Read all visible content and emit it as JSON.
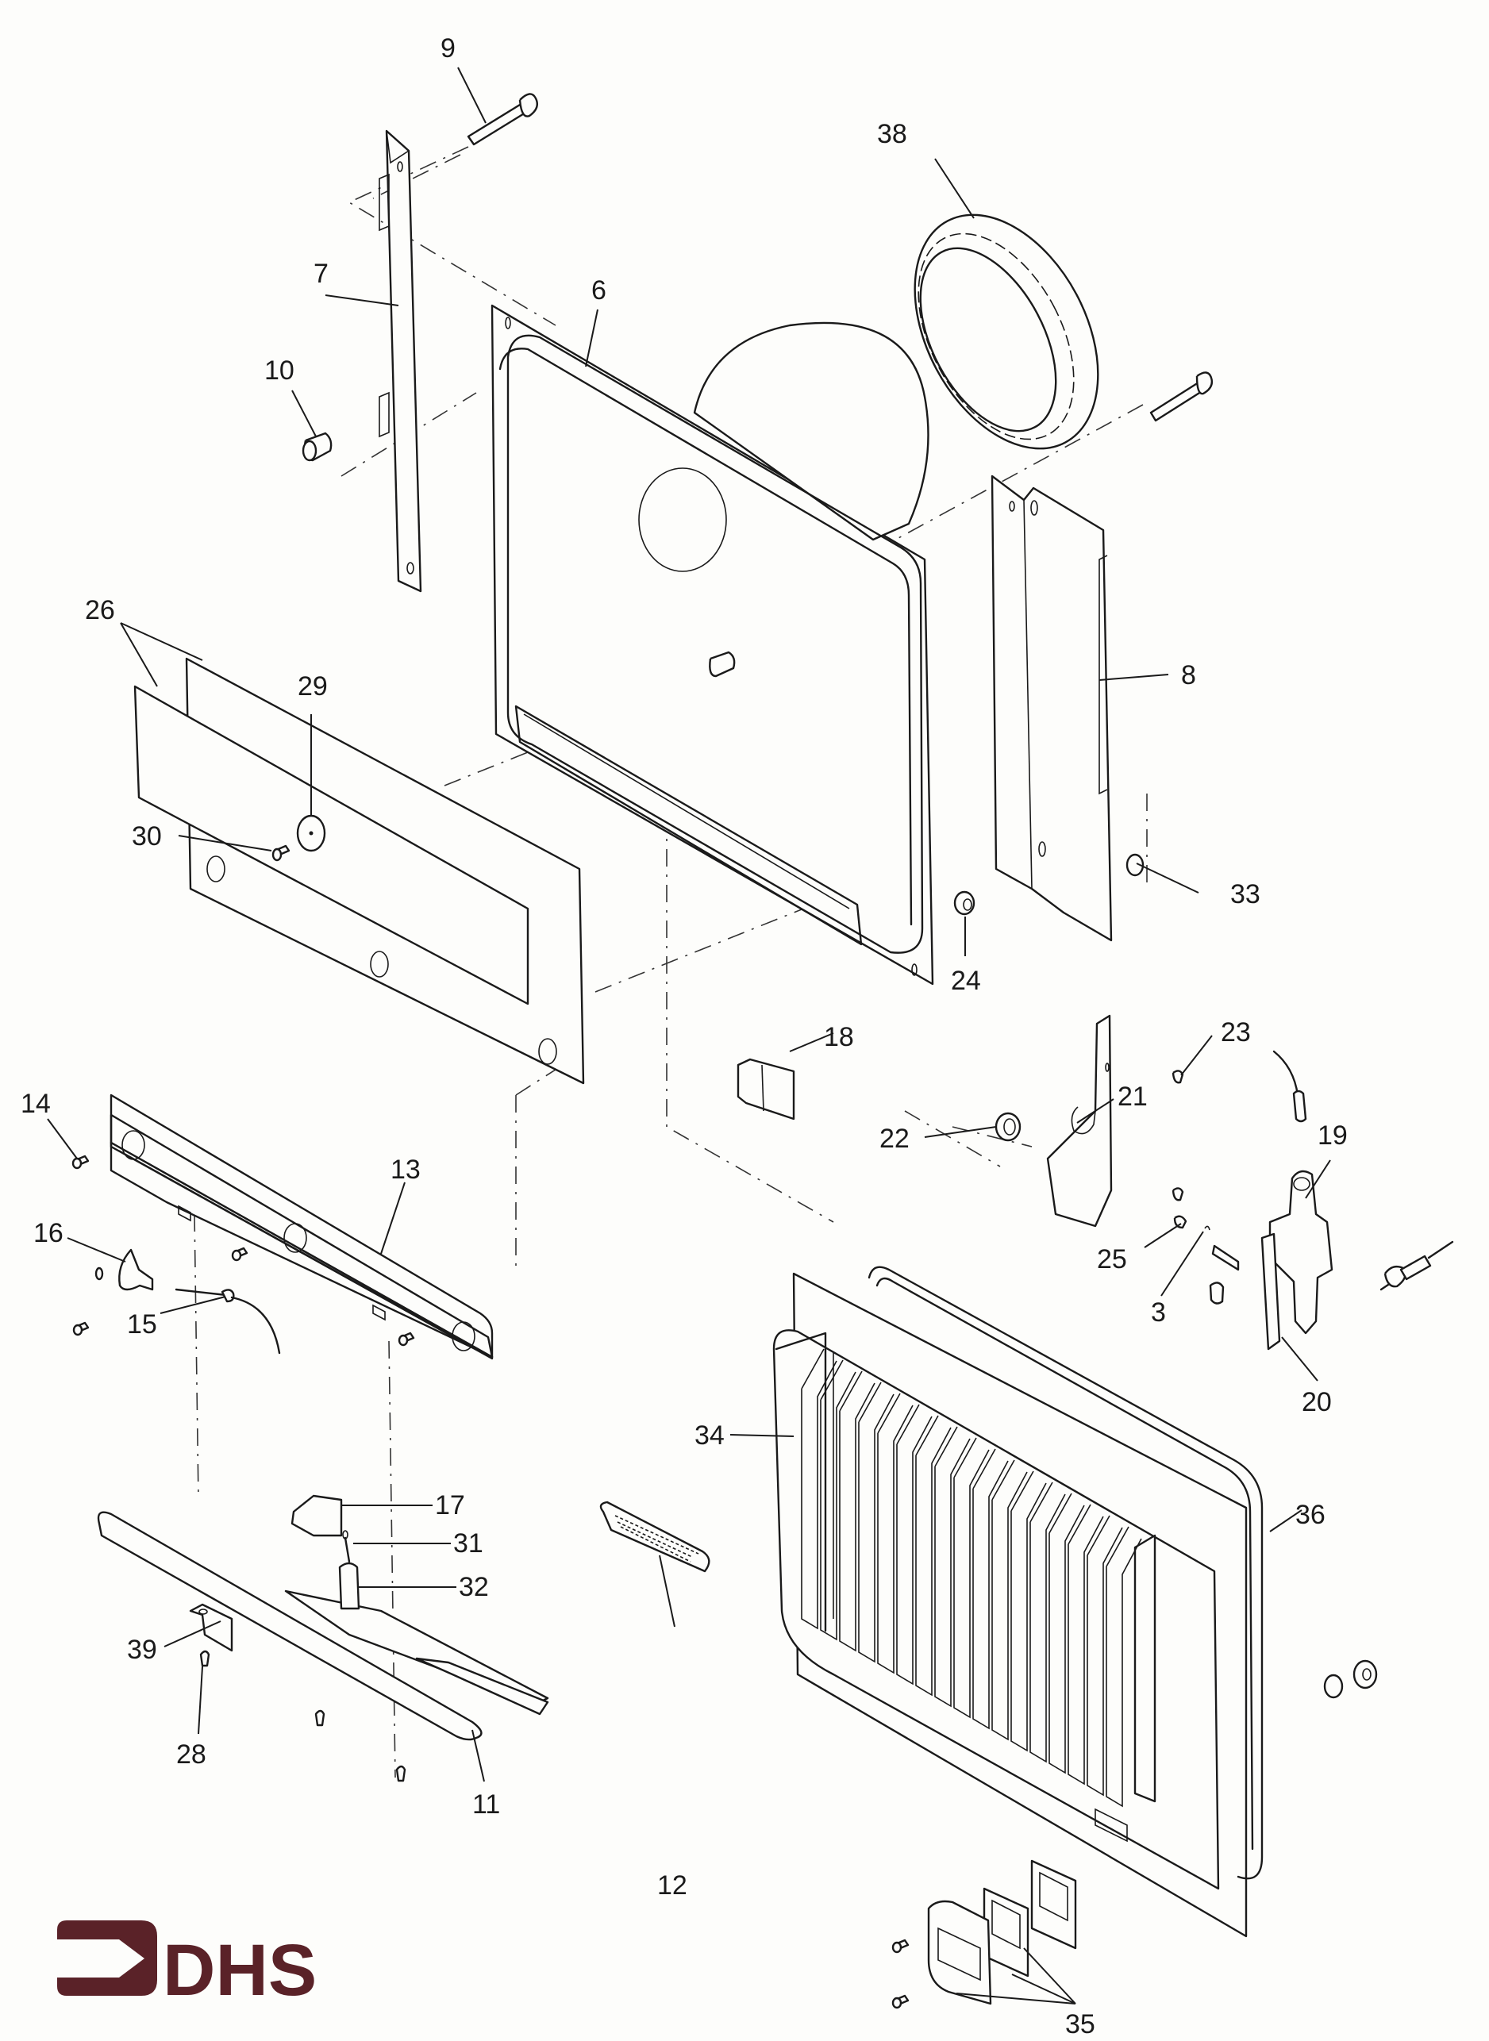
{
  "figure": {
    "type": "exploded-parts-diagram",
    "callouts": {
      "c3": "3",
      "c6": "6",
      "c7": "7",
      "c8": "8",
      "c9": "9",
      "c10": "10",
      "c11": "11",
      "c12": "12",
      "c13": "13",
      "c14": "14",
      "c15": "15",
      "c16": "16",
      "c17": "17",
      "c18": "18",
      "c19": "19",
      "c20": "20",
      "c21": "21",
      "c22": "22",
      "c23": "23",
      "c24": "24",
      "c25": "25",
      "c26": "26",
      "c28": "28",
      "c29": "29",
      "c30": "30",
      "c31": "31",
      "c32": "32",
      "c33": "33",
      "c34": "34",
      "c35": "35",
      "c36": "36",
      "c38": "38",
      "c39": "39"
    }
  },
  "logo": {
    "text": "DHS",
    "color": "#5a2228",
    "icon": "arrow-right-icon"
  }
}
